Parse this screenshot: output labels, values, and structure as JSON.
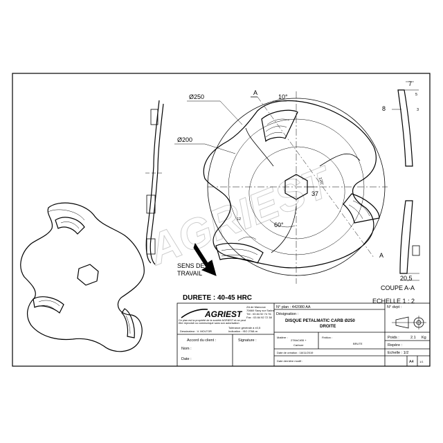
{
  "dimensions": {
    "dia_250": "Ø250",
    "dia_200": "Ø200",
    "angle_10": "10°",
    "angle_60": "60°",
    "angle_120": "120°",
    "hex_37": "37",
    "r_12": "12",
    "section_marker": "A",
    "d7": "7",
    "d5": "5",
    "d3": "3",
    "d8": "8",
    "d20_5": "20,5"
  },
  "labels": {
    "sens_line1": "SENS DE",
    "sens_line2": "TRAVAIL",
    "coupe": "COUPE A-A",
    "echelle_main": "ECHELLE 1 : 2",
    "durete": "DURETE : 40-45 HRC",
    "watermark": "AGRIEST"
  },
  "title_block": {
    "logo": "AGRIEST",
    "address1": "ZA de Mancoux",
    "address2": "70660 Saoy sur Saône",
    "tel": "Tél : 03 84 92 74 76",
    "fax": "Fax : 03 84 92 72 38",
    "property_note": "Ce plan est la propriété de la société AGRIEST et ne peut être reproduit ou communiqué sans son autorisation",
    "dessinateur": "Dessinateur : V. MOLTOR",
    "tolerance1": "Tolérance générale à ±0,5",
    "tolerance2": "Indication : ISO 2768-m",
    "accord_client": "Accord du client :",
    "signature": "Signature :",
    "nom": "Nom :",
    "date_label": "Date :",
    "plan_no": "N° plan : 442080 AA",
    "designation_label": "Désignation :",
    "designation1": "DISQUE PETALMATIC CARB Ø250",
    "designation2": "DROITE",
    "matiere_label": "Matière :",
    "matiere1": "27MnCrB5 +",
    "matiere2": "Carbure",
    "finition_label": "Finition :",
    "finition": "BRUTE",
    "date_creation": "Date de création : 18/11/2019",
    "date_modif": "Date dernière modif :",
    "no_dvpt": "N° dvpt :",
    "poids_label": "Poids :",
    "poids_value": "2.1",
    "poids_unit": "Kg",
    "repere": "Repère :",
    "echelle": "Echelle : 1/2",
    "format": "A4",
    "page": "1/1"
  }
}
